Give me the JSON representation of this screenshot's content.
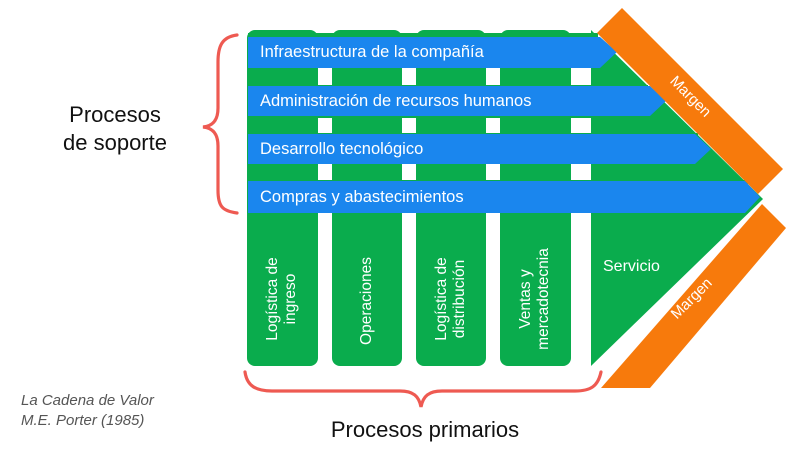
{
  "colors": {
    "green": "#0aac4d",
    "blue": "#1a86ee",
    "orange": "#f77a0c",
    "brace": "#ee5a52",
    "text": "#111111",
    "credit": "#555555"
  },
  "support_processes": {
    "label_line1": "Procesos",
    "label_line2": "de soporte",
    "items": [
      "Infraestructura de la compañía",
      "Administración de recursos humanos",
      "Desarrollo tecnológico",
      "Compras y abastecimientos"
    ]
  },
  "primary_processes": {
    "label": "Procesos primarios",
    "columns": [
      {
        "line1": "Logística de",
        "line2": "ingreso"
      },
      {
        "line1": "Operaciones",
        "line2": ""
      },
      {
        "line1": "Logística de",
        "line2": "distribución"
      },
      {
        "line1": "Ventas  y",
        "line2": "mercadotecnia"
      }
    ],
    "service": "Servicio"
  },
  "margin": {
    "top_label": "Margen",
    "bottom_label": "Margen"
  },
  "credit": {
    "line1": "La Cadena de Valor",
    "line2": "M.E. Porter (1985)"
  }
}
